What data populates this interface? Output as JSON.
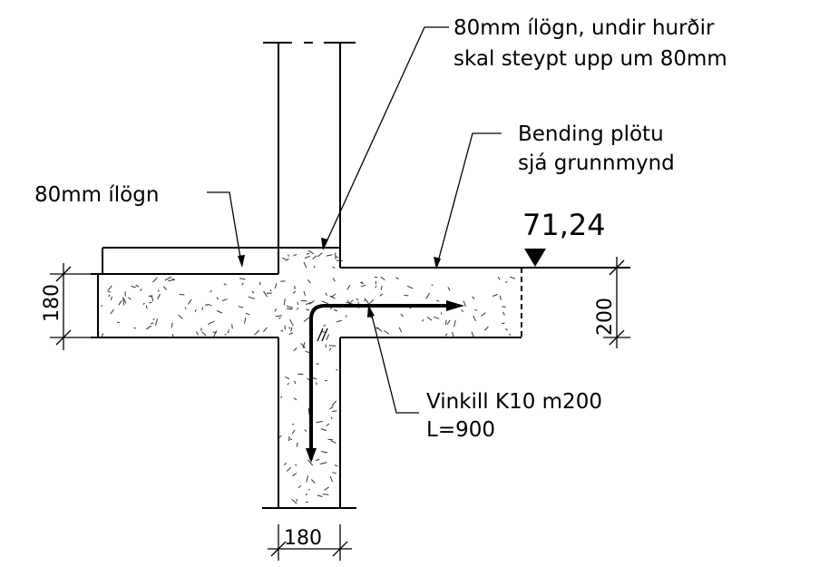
{
  "labels": {
    "top_note_line1": "80mm ílögn, undir hurðir",
    "top_note_line2": "skal steypt upp um 80mm",
    "bending_line1": "Bending plötu",
    "bending_line2": "sjá grunnmynd",
    "screed_note": "80mm ílögn",
    "level": "71,24",
    "rebar_line1": "Vinkill K10 m200",
    "rebar_line2": "L=900"
  },
  "dimensions": {
    "left_slab": "180",
    "right_slab": "200",
    "bottom_wall": "180"
  }
}
